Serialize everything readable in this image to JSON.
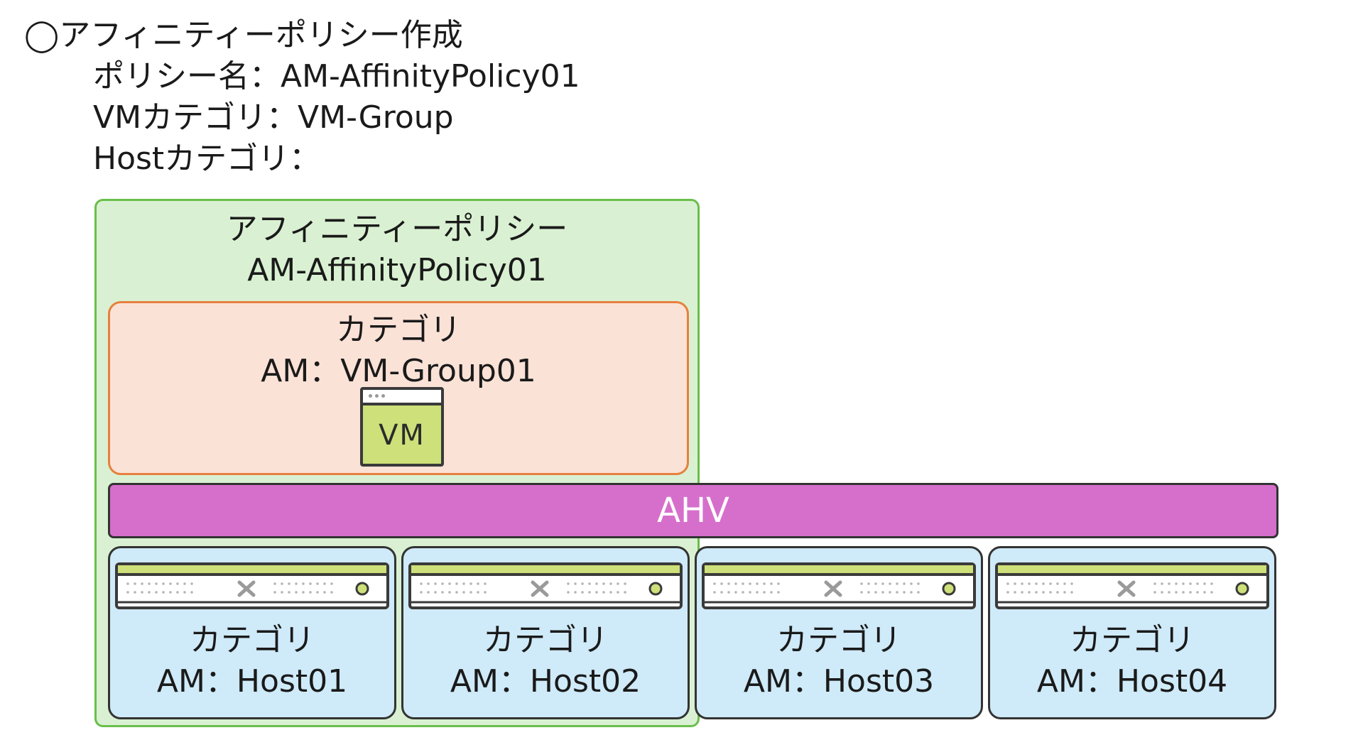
{
  "heading": "◯アフィニティーポリシー作成",
  "info": {
    "policy_name": "ポリシー名：AM-AffinityPolicy01",
    "vm_category": "VMカテゴリ：VM-Group",
    "host_category": "Hostカテゴリ："
  },
  "policy_box": {
    "title": "アフィニティーポリシー",
    "name": "AM-AffinityPolicy01"
  },
  "vm_category_box": {
    "label": "カテゴリ",
    "value": "AM：VM-Group01",
    "icon": "vm-window-icon",
    "icon_text": "VM"
  },
  "hypervisor": {
    "label": "AHV"
  },
  "hosts": [
    {
      "label": "カテゴリ",
      "value": "AM：Host01",
      "icon": "server-icon"
    },
    {
      "label": "カテゴリ",
      "value": "AM：Host02",
      "icon": "server-icon"
    },
    {
      "label": "カテゴリ",
      "value": "AM：Host03",
      "icon": "server-icon"
    },
    {
      "label": "カテゴリ",
      "value": "AM：Host04",
      "icon": "server-icon"
    }
  ],
  "colors": {
    "policy_fill": "#d9f1d2",
    "policy_border": "#6abe4c",
    "vm_category_fill": "#fbe2d6",
    "vm_category_border": "#e6803e",
    "vm_icon_fill": "#cde07a",
    "ahv_fill": "#d66fcb",
    "host_fill": "#cfeaf8",
    "server_accent": "#cde07a"
  }
}
